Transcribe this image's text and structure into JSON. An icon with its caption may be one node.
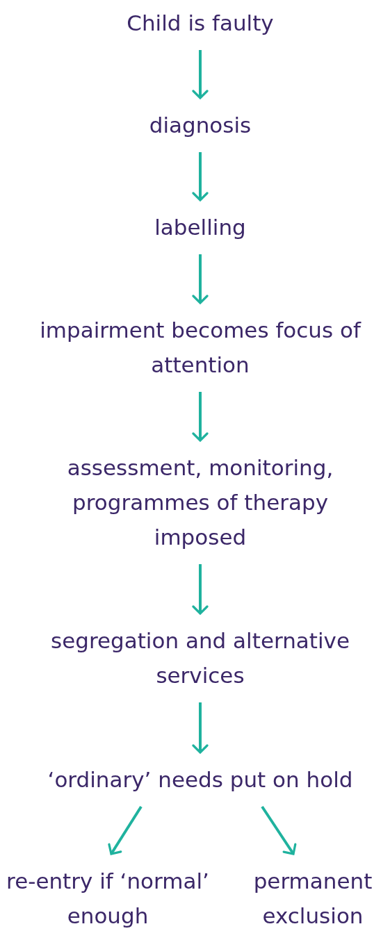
{
  "diagram": {
    "nodes": [
      {
        "text": [
          "Child is faulty"
        ]
      },
      {
        "text": [
          "diagnosis"
        ]
      },
      {
        "text": [
          "labelling"
        ]
      },
      {
        "text": [
          "impairment becomes focus of attention"
        ]
      },
      {
        "text": [
          "assessment, monitoring, programmes of therapy imposed"
        ]
      },
      {
        "text": [
          "segregation and alternative services"
        ]
      },
      {
        "text": [
          "‘ordinary’ needs put on hold"
        ]
      },
      {
        "text": [
          "re-entry if ‘normal’ enough"
        ]
      },
      {
        "text": [
          "permanent exclusion"
        ]
      }
    ],
    "edges": [
      {
        "from": 0,
        "to": 1,
        "arrow": "to"
      },
      {
        "from": 1,
        "to": 2,
        "arrow": "to"
      },
      {
        "from": 2,
        "to": 3,
        "arrow": "to"
      },
      {
        "from": 3,
        "to": 4,
        "arrow": "to"
      },
      {
        "from": 4,
        "to": 5,
        "arrow": "to"
      },
      {
        "from": 5,
        "to": 6,
        "arrow": "to"
      },
      {
        "from": 6,
        "to": 7,
        "arrow": "to"
      },
      {
        "from": 6,
        "to": 8,
        "arrow": "to"
      }
    ]
  }
}
